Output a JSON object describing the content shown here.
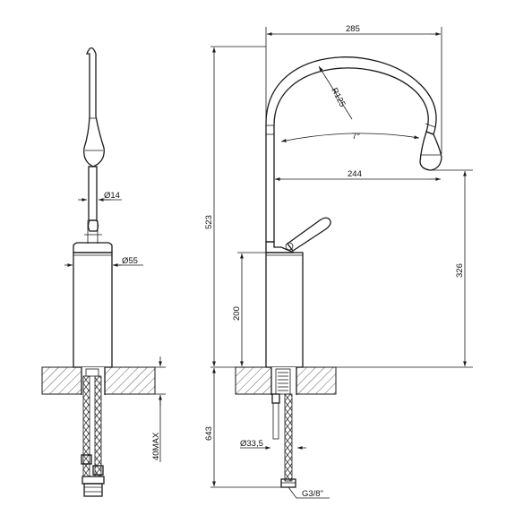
{
  "side_view": {
    "dia_spout": "Ø14",
    "dia_body": "Ø55",
    "max_deck": "40MAX"
  },
  "front_view": {
    "reach_overall": "285",
    "radius": "R125",
    "angle": "7°",
    "reach_spout": "244",
    "height_overall": "523",
    "height_spout": "326",
    "height_body": "200",
    "hose_length": "643",
    "dia_hole": "Ø33,5",
    "thread": "G3/8\""
  }
}
